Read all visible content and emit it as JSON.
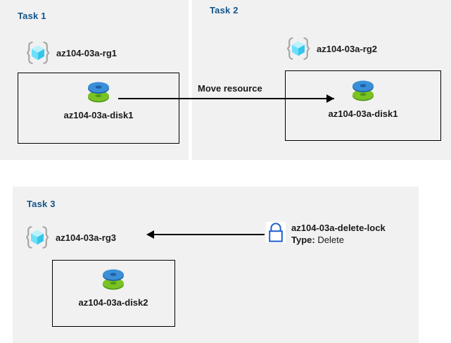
{
  "diagram": {
    "title_color": "#13558c",
    "panel_bg": "#f1f1f1",
    "page_bg": "#ffffff"
  },
  "tasks": [
    {
      "id": "task1",
      "title": "Task 1",
      "resource_group": {
        "icon": "resource-group-cube-icon",
        "label": "az104-03a-rg1"
      },
      "resource": {
        "icon": "managed-disk-icon",
        "label": "az104-03a-disk1"
      }
    },
    {
      "id": "task2",
      "title": "Task 2",
      "resource_group": {
        "icon": "resource-group-cube-icon",
        "label": "az104-03a-rg2"
      },
      "resource": {
        "icon": "managed-disk-icon",
        "label": "az104-03a-disk1"
      }
    },
    {
      "id": "task3",
      "title": "Task 3",
      "resource_group": {
        "icon": "resource-group-cube-icon",
        "label": "az104-03a-rg3"
      },
      "resource": {
        "icon": "managed-disk-icon",
        "label": "az104-03a-disk2"
      }
    }
  ],
  "connectors": {
    "move": {
      "caption": "Move resource",
      "direction": "right",
      "from": "az104-03a-disk1 (az104-03a-rg1)",
      "to": "az104-03a-disk1 (az104-03a-rg2)"
    },
    "lock_link": {
      "caption": "",
      "direction": "left",
      "from": "az104-03a-delete-lock",
      "to": "az104-03a-rg3"
    }
  },
  "lock": {
    "icon": "padlock-icon",
    "icon_color": "#1f5fd0",
    "name": "az104-03a-delete-lock",
    "type_label": "Type:",
    "type_value": "Delete"
  }
}
